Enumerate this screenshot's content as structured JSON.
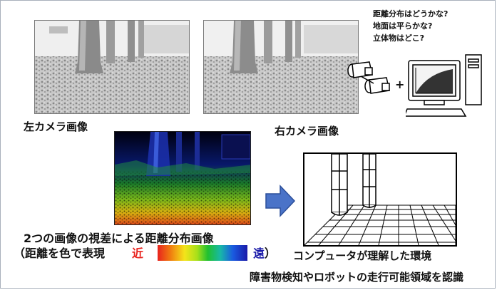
{
  "labels": {
    "left_camera": "左カメラ画像",
    "right_camera": "右カメラ画像",
    "disparity_title": "2つの画像の視差による距離分布画像",
    "distance_legend_prefix": "（距離を色で表現",
    "near": "近",
    "far": "遠",
    "close_paren": "）",
    "computer_understanding": "コンプュータが理解した環境",
    "recognition": "障害物検知やロボットの走行可能領域を認識"
  },
  "questions": [
    "距離分布はどうかな?",
    "地面は平らかな?",
    "立体物はどこ?"
  ],
  "symbols": {
    "plus": "+"
  },
  "colors": {
    "near": "#e8231e",
    "far": "#1a1aa8",
    "arrow": "#4a73c8",
    "border": "#a8b0bb"
  },
  "icons": [
    "stereo-camera-icon",
    "desktop-computer-icon",
    "right-arrow-icon"
  ]
}
